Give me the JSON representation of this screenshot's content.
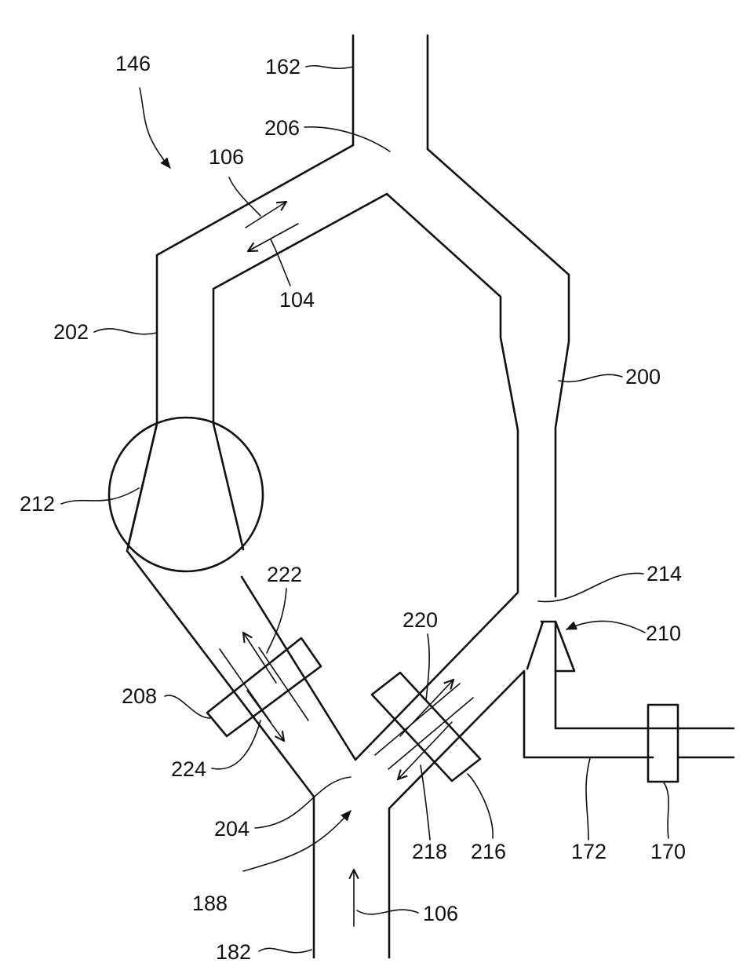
{
  "labels": {
    "l146": "146",
    "l162": "162",
    "l206": "206",
    "l106_top": "106",
    "l104": "104",
    "l202": "202",
    "l200": "200",
    "l212": "212",
    "l222": "222",
    "l214": "214",
    "l220": "220",
    "l210": "210",
    "l208": "208",
    "l224": "224",
    "l204": "204",
    "l218": "218",
    "l216": "216",
    "l172": "172",
    "l170": "170",
    "l188": "188",
    "l106_bottom": "106",
    "l182": "182"
  }
}
